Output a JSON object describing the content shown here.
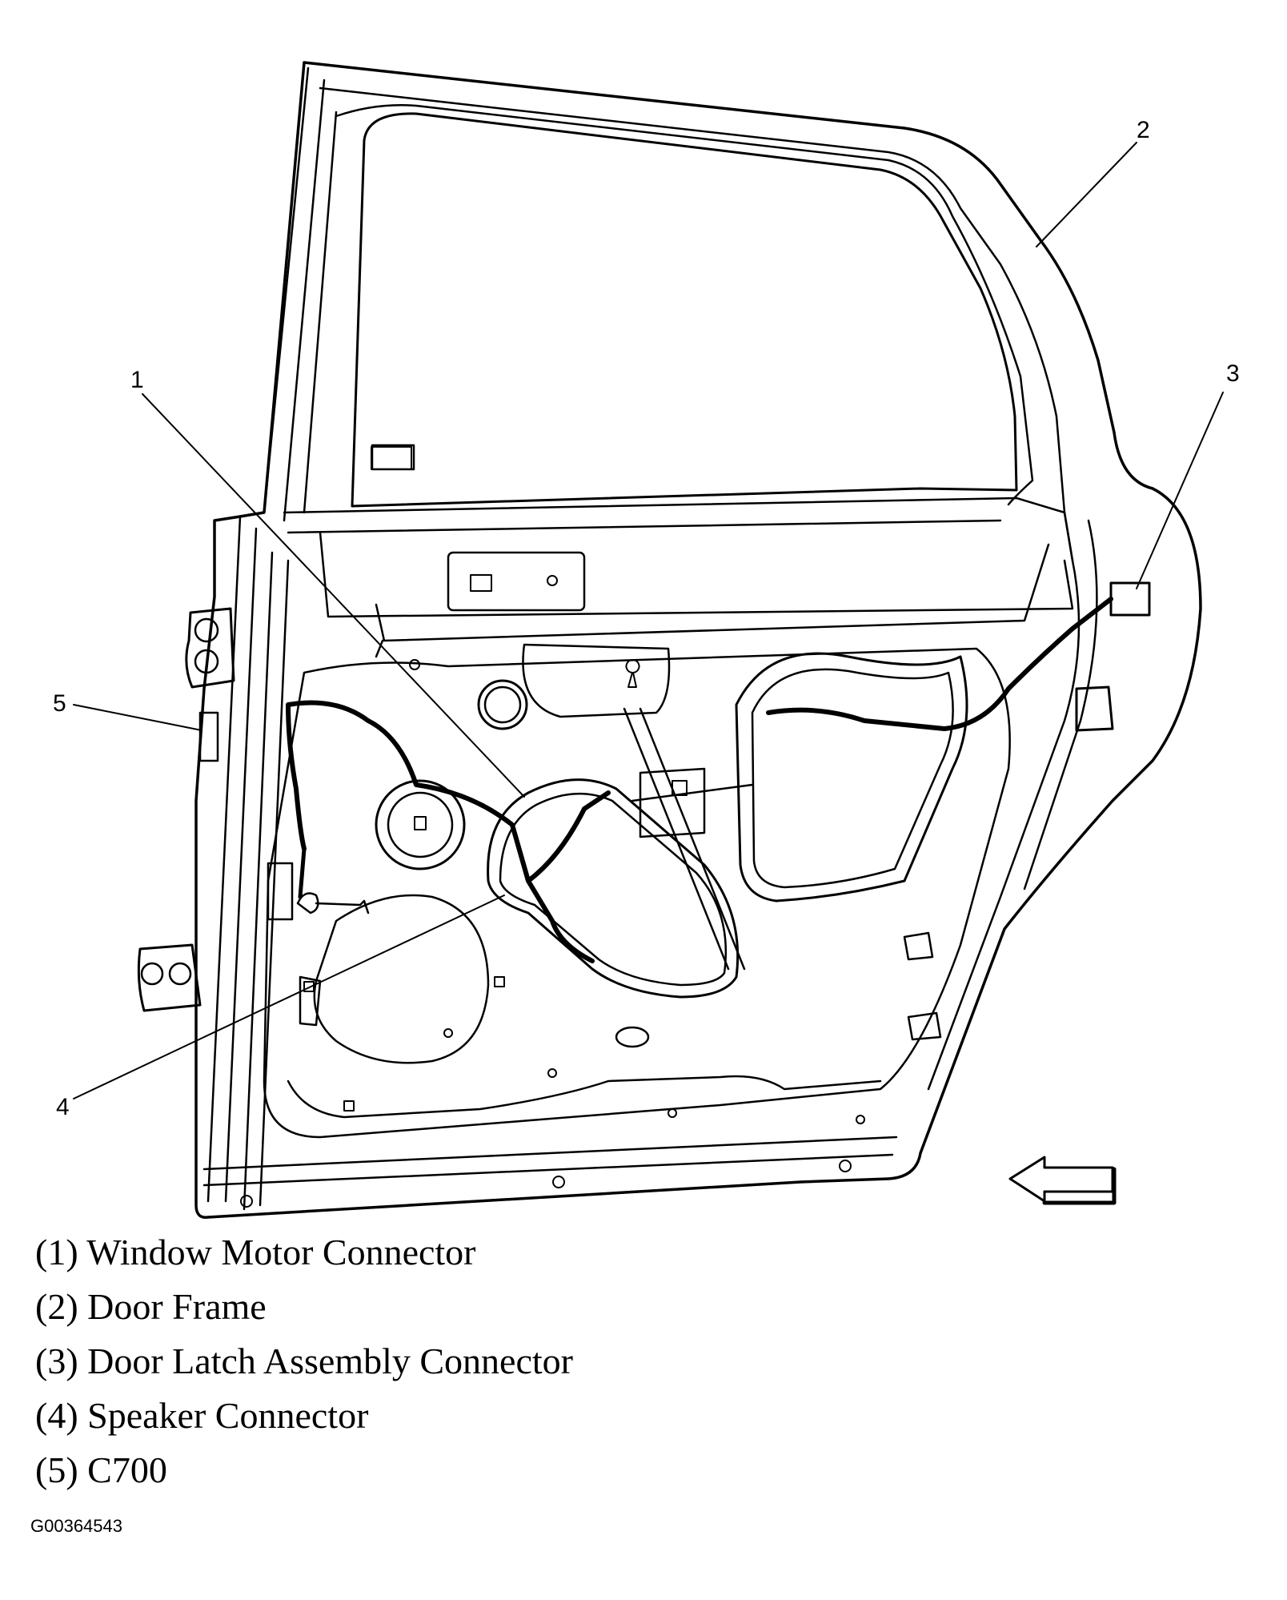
{
  "callouts": [
    {
      "number": "1",
      "label": "Window Motor Connector"
    },
    {
      "number": "2",
      "label": "Door Frame"
    },
    {
      "number": "3",
      "label": "Door Latch Assembly Connector"
    },
    {
      "number": "4",
      "label": "Speaker Connector"
    },
    {
      "number": "5",
      "label": "C700"
    }
  ],
  "legend": [
    "(1) Window Motor Connector",
    "(2) Door Frame",
    "(3) Door Latch Assembly Connector",
    "(4) Speaker Connector",
    "(5) C700"
  ],
  "figure_id": "G00364543",
  "icons": [
    "direction-arrow-icon"
  ]
}
